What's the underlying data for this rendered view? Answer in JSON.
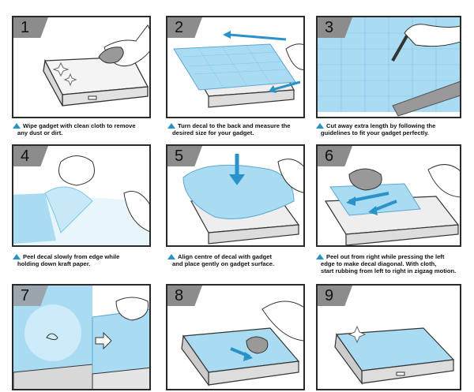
{
  "steps": [
    {
      "number": "1",
      "caption_line1": "Wipe gadget with clean cloth to remove",
      "caption_line2": "any dust or dirt."
    },
    {
      "number": "2",
      "caption_line1": "Turn decal to the back and measure the",
      "caption_line2": "desired size for your gadget."
    },
    {
      "number": "3",
      "caption_line1": "Cut away extra length by following the",
      "caption_line2": "guidelines to fit your gadget perfectly."
    },
    {
      "number": "4",
      "caption_line1": "Peel decal slowly from edge while",
      "caption_line2": "holding down kraft paper."
    },
    {
      "number": "5",
      "caption_line1": "Align centre of decal with gadget",
      "caption_line2": "and place gently on gadget surface."
    },
    {
      "number": "6",
      "caption_line1": "Peel out from right while pressing the left",
      "caption_line2": "edge to make decal diagonal. With cloth,",
      "caption_line3": "start rubbing from left to right in zigzag motion."
    },
    {
      "number": "7"
    },
    {
      "number": "8"
    },
    {
      "number": "9"
    }
  ],
  "colors": {
    "decal_blue": "#a9dcf2",
    "grid_blue": "#7fc4e8",
    "arrow_blue": "#2a92c9",
    "number_box": "#8c8c8c"
  }
}
